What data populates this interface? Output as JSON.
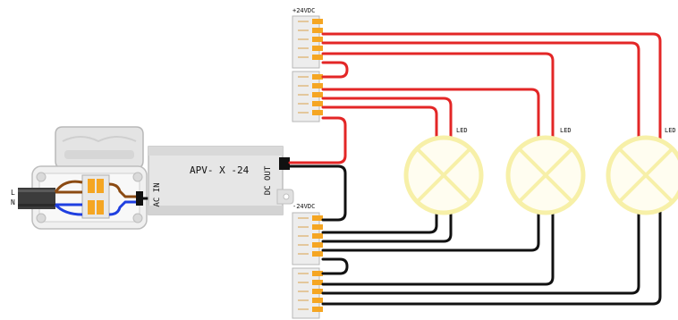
{
  "driver": {
    "model": "APV- X -24",
    "input_label": "AC IN",
    "output_label": "DC OUT"
  },
  "mains": {
    "line_label": "L",
    "neutral_label": "N"
  },
  "terminals": {
    "positive_label": "+24VDC",
    "negative_label": "-24VDC"
  },
  "leds": [
    {
      "label": "LED"
    },
    {
      "label": "LED"
    },
    {
      "label": "LED"
    }
  ],
  "colors": {
    "positive_wire": "#e32626",
    "negative_wire": "#111111",
    "live_wire": "#8b4a12",
    "neutral_wire": "#1f3fe0",
    "terminal_lever": "#f5a623",
    "led_ring": "#f7f0a8"
  }
}
